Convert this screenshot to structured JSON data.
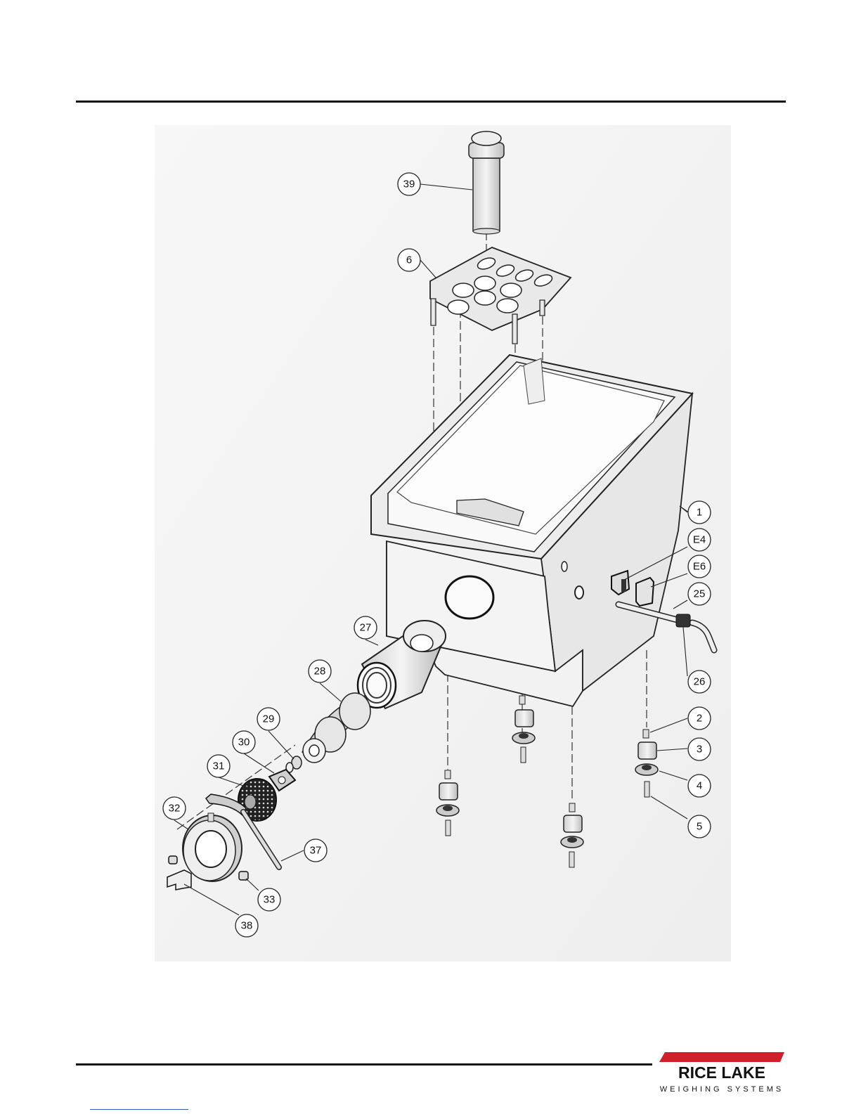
{
  "callouts": {
    "c39": "39",
    "c6": "6",
    "c1": "1",
    "cE4": "E4",
    "cE6": "E6",
    "c25": "25",
    "c26": "26",
    "c27": "27",
    "c28": "28",
    "c29": "29",
    "c30": "30",
    "c31": "31",
    "c32": "32",
    "c37": "37",
    "c33": "33",
    "c38": "38",
    "c2": "2",
    "c3": "3",
    "c4": "4",
    "c5": "5"
  },
  "logo": {
    "brand": "RICE LAKE",
    "tagline": "WEIGHING SYSTEMS",
    "accent_color": "#d0202a"
  }
}
